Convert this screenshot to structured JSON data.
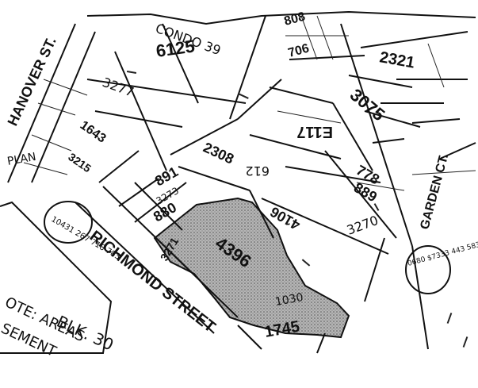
{
  "streets": {
    "hanover": "HANOVER ST.",
    "richmond": "RICHMOND STREET",
    "garden": "GARDEN CT."
  },
  "parcels": {
    "condo_label": "CONDO 39",
    "condo_area": "6125",
    "p3277": "3277",
    "p2308": "2308",
    "p808": "808",
    "p706": "706",
    "p2321": "2321",
    "p3075": "3075",
    "pE117": "E117",
    "p1643": "1643",
    "p3215": "3215",
    "p891": "891",
    "p880": "880",
    "p3273": "3273",
    "p778": "778",
    "p889": "889",
    "p4106": "4106",
    "p3270": "3270",
    "p4396": "4396",
    "p3271": "3271",
    "p1745": "1745",
    "p1030": "1030",
    "p612": "612"
  },
  "annotations": {
    "plan": "PLAN",
    "blk": "BLK. 30",
    "note_line1": "OTE: AREAS",
    "note_line2": "SEMENT",
    "circle_left": "10431 267 718 783",
    "circle_right": "0680 $7333 443 583"
  },
  "colors": {
    "ink": "#111111",
    "shade": "#9a9a9a",
    "paper": "#ffffff"
  }
}
